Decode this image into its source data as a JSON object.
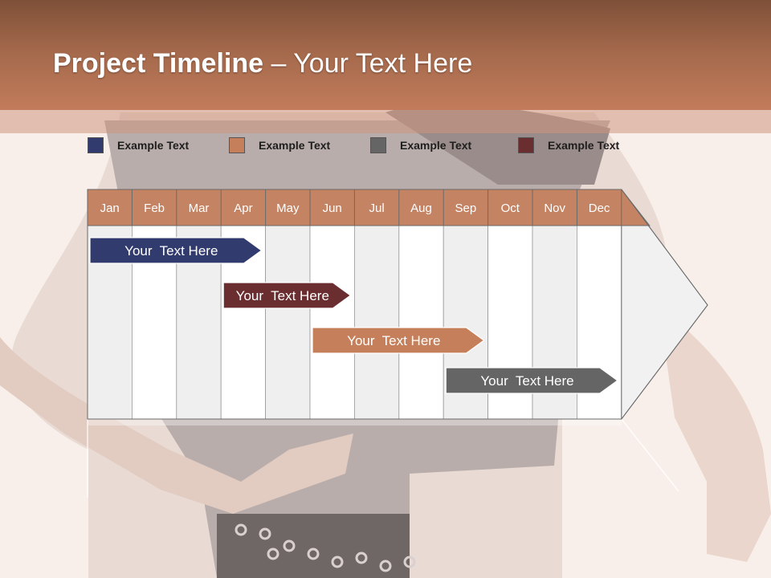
{
  "slide": {
    "title_bold": "Project Timeline",
    "title_rest": " – Your Text Here"
  },
  "colors": {
    "navy": "#313b6e",
    "copper": "#c57f5a",
    "gray": "#656565",
    "maroon": "#6b2e30",
    "header_month_bg": "#c48362"
  },
  "legend": [
    {
      "label": "Example Text",
      "color": "#313b6e"
    },
    {
      "label": "Example Text",
      "color": "#c57f5a"
    },
    {
      "label": "Example Text",
      "color": "#656565"
    },
    {
      "label": "Example Text",
      "color": "#6b2e30"
    }
  ],
  "chart_data": {
    "type": "gantt",
    "months": [
      "Jan",
      "Feb",
      "Mar",
      "Apr",
      "May",
      "Jun",
      "Jul",
      "Aug",
      "Sep",
      "Oct",
      "Nov",
      "Dec"
    ],
    "tasks": [
      {
        "label": "Your  Text Here",
        "start": "Jan",
        "end": "Apr",
        "color": "#313b6e"
      },
      {
        "label": "Your  Text Here",
        "start": "Apr",
        "end": "Jun",
        "color": "#6b2e30"
      },
      {
        "label": "Your  Text Here",
        "start": "Jun",
        "end": "Sep",
        "color": "#c57f5a"
      },
      {
        "label": "Your  Text Here",
        "start": "Sep",
        "end": "Dec",
        "color": "#656565"
      }
    ]
  }
}
